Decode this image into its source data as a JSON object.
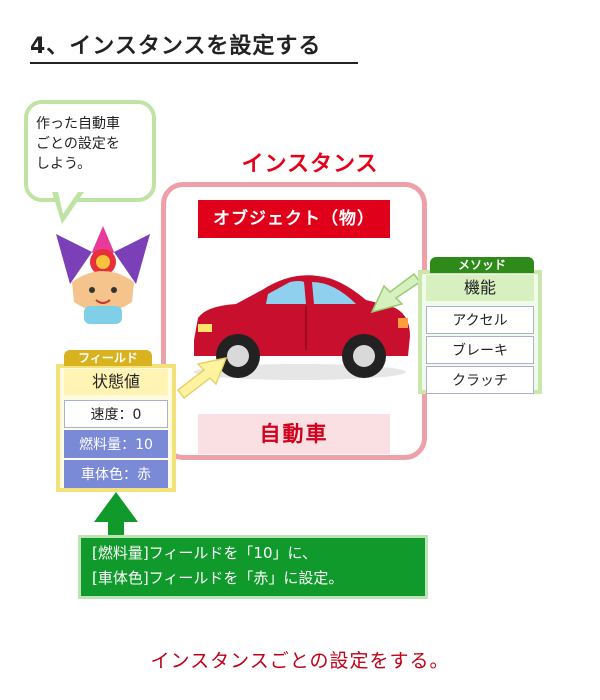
{
  "heading": "4、インスタンスを設定する",
  "bubble": {
    "lines": [
      "作った自動車",
      "ごとの設定を",
      "しよう。"
    ]
  },
  "instance": {
    "title": "インスタンス",
    "object_label": "オブジェクト（物）",
    "car_label": "自動車"
  },
  "field": {
    "tag": "フィールド",
    "header": "状態値",
    "items": [
      "速度：0",
      "燃料量：10",
      "車体色：赤"
    ]
  },
  "method": {
    "tag": "メソッド",
    "header": "機能",
    "items": [
      "アクセル",
      "ブレーキ",
      "クラッチ"
    ]
  },
  "description": {
    "lines": [
      "[燃料量]フィールドを「10」に、",
      "[車体色]フィールドを「赤」に設定。"
    ]
  },
  "footer": "インスタンスごとの設定をする。",
  "colors": {
    "accent_red": "#e10019",
    "frame_pink": "#eda0a7",
    "green": "#109a2c",
    "field_highlight": "#7b8ad6",
    "car_body": "#c8102e"
  },
  "icons": [
    "mascot-character-icon",
    "car-illustration",
    "arrow-up-icon",
    "arrow-left-icon",
    "arrow-right-icon"
  ]
}
